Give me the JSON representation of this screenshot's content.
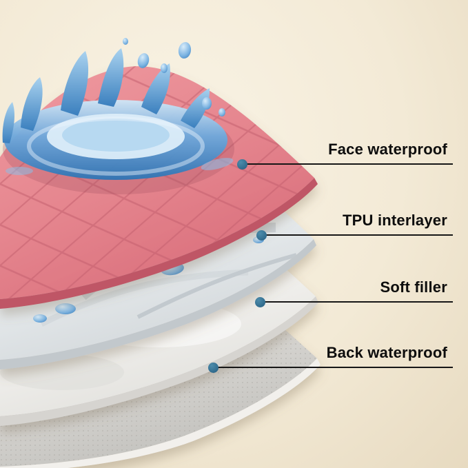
{
  "diagram": {
    "name": "waterproof-pad-layer-diagram",
    "callouts": [
      {
        "id": "face",
        "label": "Face waterproof"
      },
      {
        "id": "tpu",
        "label": "TPU interlayer"
      },
      {
        "id": "filler",
        "label": "Soft filler"
      },
      {
        "id": "back",
        "label": "Back waterproof"
      }
    ],
    "layers": [
      {
        "name": "face-waterproof-layer",
        "color": "#e98f96"
      },
      {
        "name": "tpu-interlayer-layer",
        "color": "#e9edef"
      },
      {
        "name": "soft-filler-layer",
        "color": "#f5f4f2"
      },
      {
        "name": "back-waterproof-layer",
        "color": "#d5d4d0"
      }
    ],
    "colors": {
      "background_start": "#f8f2e3",
      "background_end": "#e8dcc4",
      "callout_dot": "#2b6b8f",
      "callout_line": "#161616",
      "label_text": "#0d0d0d",
      "water_splash_dark": "#2f74b4",
      "water_splash_light": "#cfe7f7",
      "face_layer_edge": "#bf5666"
    }
  }
}
